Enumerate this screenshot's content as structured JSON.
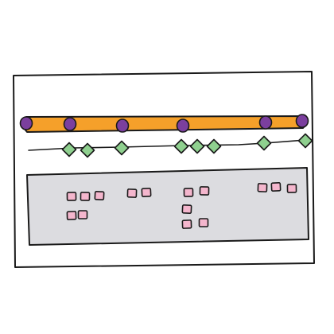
{
  "colors": {
    "frame_fill": "#ffffff",
    "frame_stroke": "#1a1a1a",
    "track_fill": "#f5a02a",
    "track_stroke": "#1a1a1a",
    "node_fill": "#7b3f9e",
    "marker_fill": "#8fd08f",
    "panel_fill": "#dcdce0",
    "chip_fill": "#f4b6cd"
  },
  "icons": {
    "track_node": "purple-circle",
    "timeline_marker": "green-diamond",
    "chip": "pink-square"
  },
  "track": {
    "node_count": 6
  },
  "timeline": {
    "marker_count": 8
  },
  "panel": {
    "chip_groups": [
      {
        "group": "1",
        "count": 5
      },
      {
        "group": "2",
        "count": 2
      },
      {
        "group": "3",
        "count": 5
      },
      {
        "group": "4",
        "count": 3
      }
    ]
  }
}
